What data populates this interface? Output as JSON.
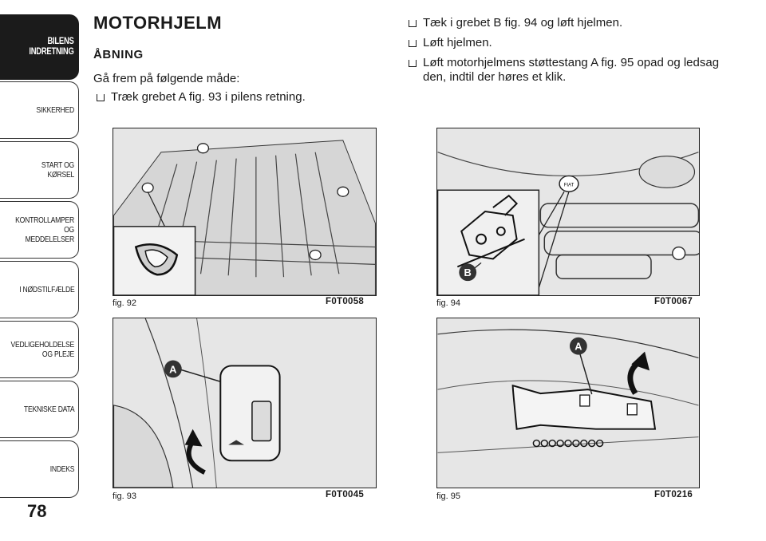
{
  "sidebar": {
    "tabs": [
      {
        "label": "BILENS\nINDRETNING",
        "active": true
      },
      {
        "label": "SIKKERHED",
        "active": false
      },
      {
        "label": "START OG KØRSEL",
        "active": false
      },
      {
        "label": "KONTROLLAMPER\nOG MEDDELELSER",
        "active": false
      },
      {
        "label": "I NØDSTILFÆLDE",
        "active": false
      },
      {
        "label": "VEDLIGEHOLDELSE\nOG PLEJE",
        "active": false
      },
      {
        "label": "TEKNISKE DATA",
        "active": false
      },
      {
        "label": "INDEKS",
        "active": false
      }
    ],
    "page_number": "78"
  },
  "content": {
    "title": "MOTORHJELM",
    "subtitle": "ÅBNING",
    "intro": "Gå frem på følgende måde:",
    "left_bullets": [
      "Træk grebet A fig. 93 i pilens retning."
    ],
    "right_bullets": [
      "Tæk i grebet B fig. 94 og løft hjelmen.",
      "Løft hjelmen.",
      "Løft motorhjelmens støttestang A fig. 95 opad og ledsag den, indtil der høres et klik."
    ]
  },
  "figures": {
    "fig92": {
      "caption": "fig. 92",
      "code": "F0T0058"
    },
    "fig93": {
      "caption": "fig. 93",
      "code": "F0T0045",
      "callout": "A"
    },
    "fig94": {
      "caption": "fig. 94",
      "code": "F0T0067",
      "callout": "B",
      "badge": "FIAT"
    },
    "fig95": {
      "caption": "fig. 95",
      "code": "F0T0216",
      "callout": "A"
    }
  },
  "colors": {
    "tab_active": "#1b1b1b",
    "figure_bg": "#e3e3e3",
    "callout": "#333333"
  }
}
